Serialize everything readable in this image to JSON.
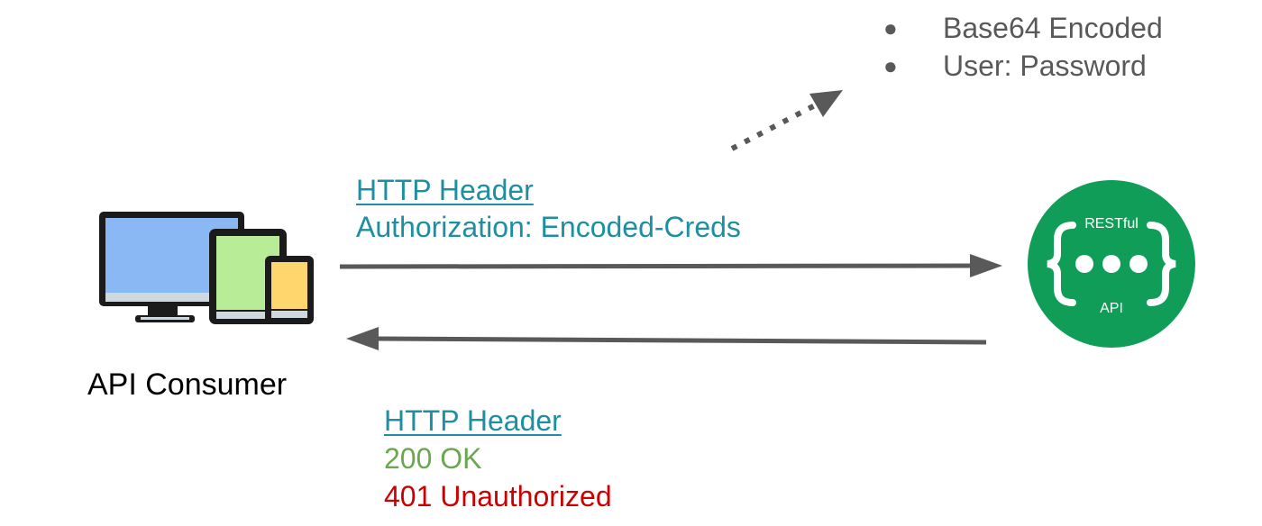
{
  "credentials_note": {
    "items": [
      "Base64 Encoded",
      "User: Password"
    ]
  },
  "request": {
    "title": "HTTP Header",
    "line": "Authorization: Encoded-Creds"
  },
  "response": {
    "title": "HTTP Header",
    "status_ok": "200 OK",
    "status_unauthorized": "401 Unauthorized"
  },
  "consumer": {
    "label": "API Consumer",
    "icon": "devices-icon"
  },
  "api": {
    "top_label": "RESTful",
    "bottom_label": "API",
    "icon": "restful-api-icon",
    "color": "#0f9d58"
  },
  "colors": {
    "arrow": "#595959",
    "link": "#1d8fa0",
    "ok": "#6aa84f",
    "error": "#cc0000"
  }
}
